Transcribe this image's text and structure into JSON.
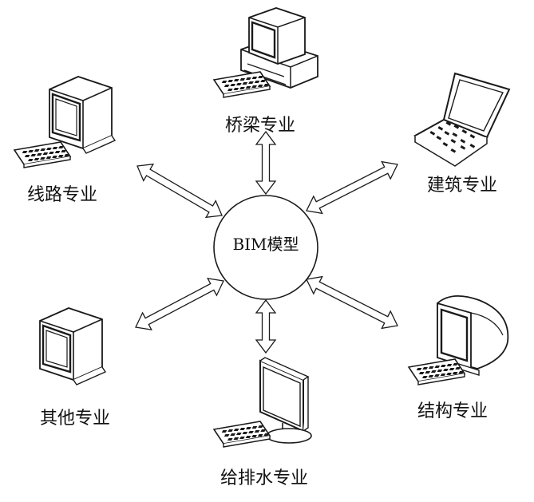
{
  "center": {
    "label": "BIM模型"
  },
  "nodes": [
    {
      "id": "bridge",
      "label": "桥梁专业",
      "device": "desktop-tower-icon"
    },
    {
      "id": "route",
      "label": "线路专业",
      "device": "crt-monitor-icon"
    },
    {
      "id": "architecture",
      "label": "建筑专业",
      "device": "laptop-icon"
    },
    {
      "id": "other",
      "label": "其他专业",
      "device": "crt-monitor-icon"
    },
    {
      "id": "structure",
      "label": "结构专业",
      "device": "round-monitor-icon"
    },
    {
      "id": "plumbing",
      "label": "给排水专业",
      "device": "flat-monitor-icon"
    }
  ],
  "colors": {
    "stroke": "#1a1a1a",
    "fill": "#ffffff",
    "shade": "#e6e6e6"
  }
}
